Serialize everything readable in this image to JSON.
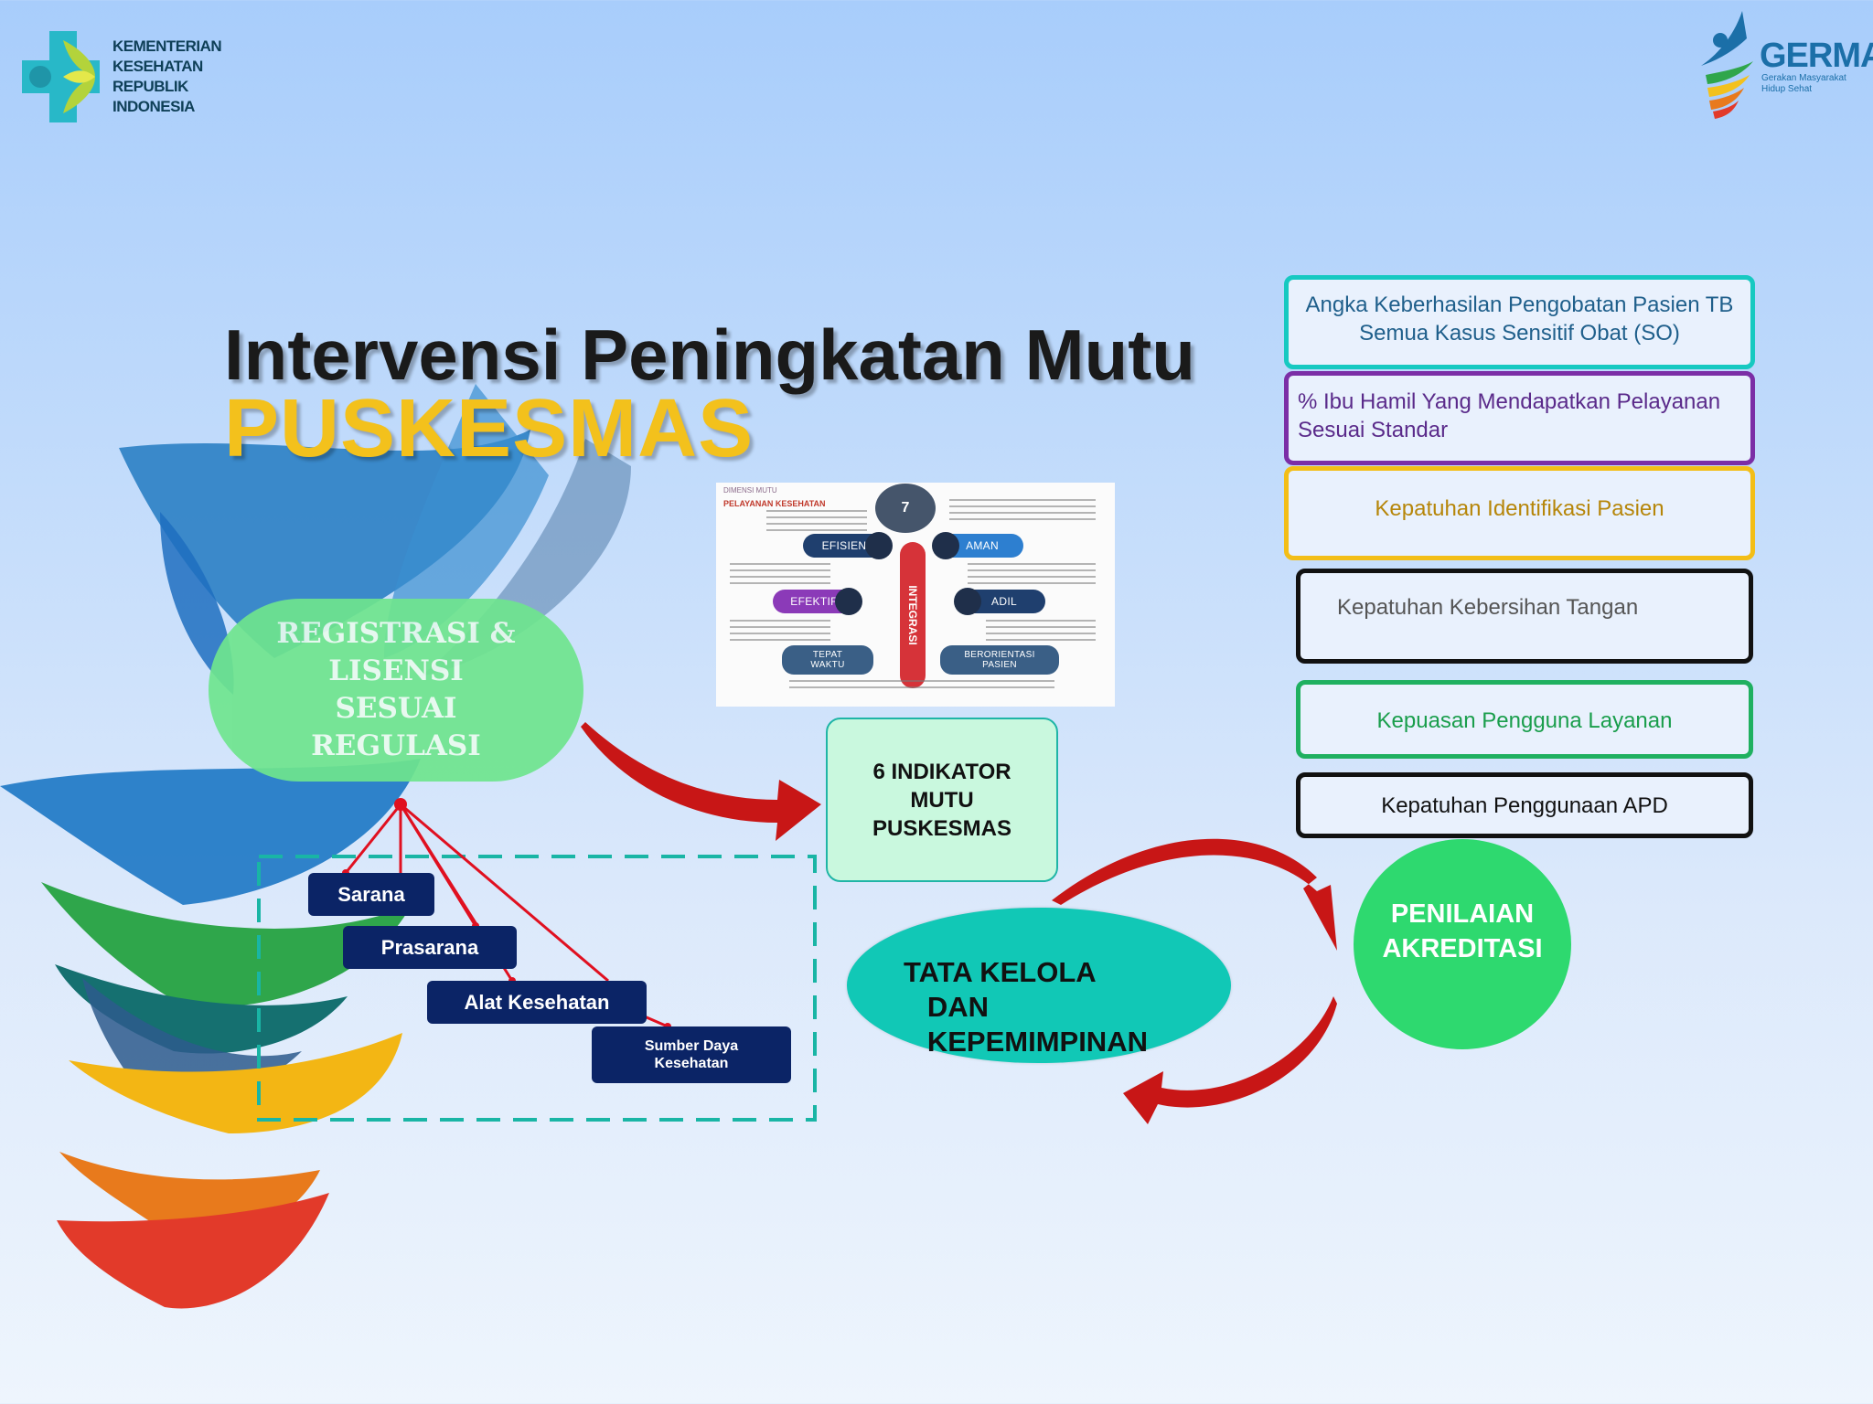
{
  "logos": {
    "kemkes": "KEMENTERIAN\nKESEHATAN\nREPUBLIK\nINDONESIA",
    "germas": "GERMAS",
    "germas_sub": "Gerakan Masyarakat\nHidup Sehat"
  },
  "title": {
    "line1": "Intervensi Peningkatan Mutu",
    "line2": "PUSKESMAS"
  },
  "registrasi": "REGISTRASI & LISENSI SESUAI REGULASI",
  "resources": [
    "Sarana",
    "Prasarana",
    "Alat Kesehatan",
    "Sumber Daya\nKesehatan"
  ],
  "dimensi_mutu": {
    "header": "DIMENSI MUTU",
    "subheader": "PELAYANAN KESEHATAN",
    "badge": "7",
    "center": "INTEGRASI",
    "pills": [
      "EFISIEN",
      "AMAN",
      "EFEKTIF",
      "ADIL",
      "TEPAT\nWAKTU",
      "BERORIENTASI\nPASIEN"
    ]
  },
  "indikator_box": "6 INDIKATOR MUTU PUSKESMAS",
  "tata_kelola": "TATA KELOLA\n   DAN\n   KEPEMIMPINAN",
  "penilaian": "PENILAIAN AKREDITASI",
  "indicators": [
    "Angka Keberhasilan Pengobatan Pasien TB Semua Kasus Sensitif Obat (SO)",
    "% Ibu Hamil Yang Mendapatkan Pelayanan Sesuai Standar",
    "Kepatuhan Identifikasi Pasien",
    "Kepatuhan Kebersihan Tangan",
    "Kepuasan Pengguna Layanan",
    "Kepatuhan Penggunaan APD"
  ],
  "colors": {
    "title_accent": "#f3c11c",
    "resource_box": "#0b2466",
    "arrow": "#d81e1e",
    "dashed_border": "#19b5a5"
  }
}
